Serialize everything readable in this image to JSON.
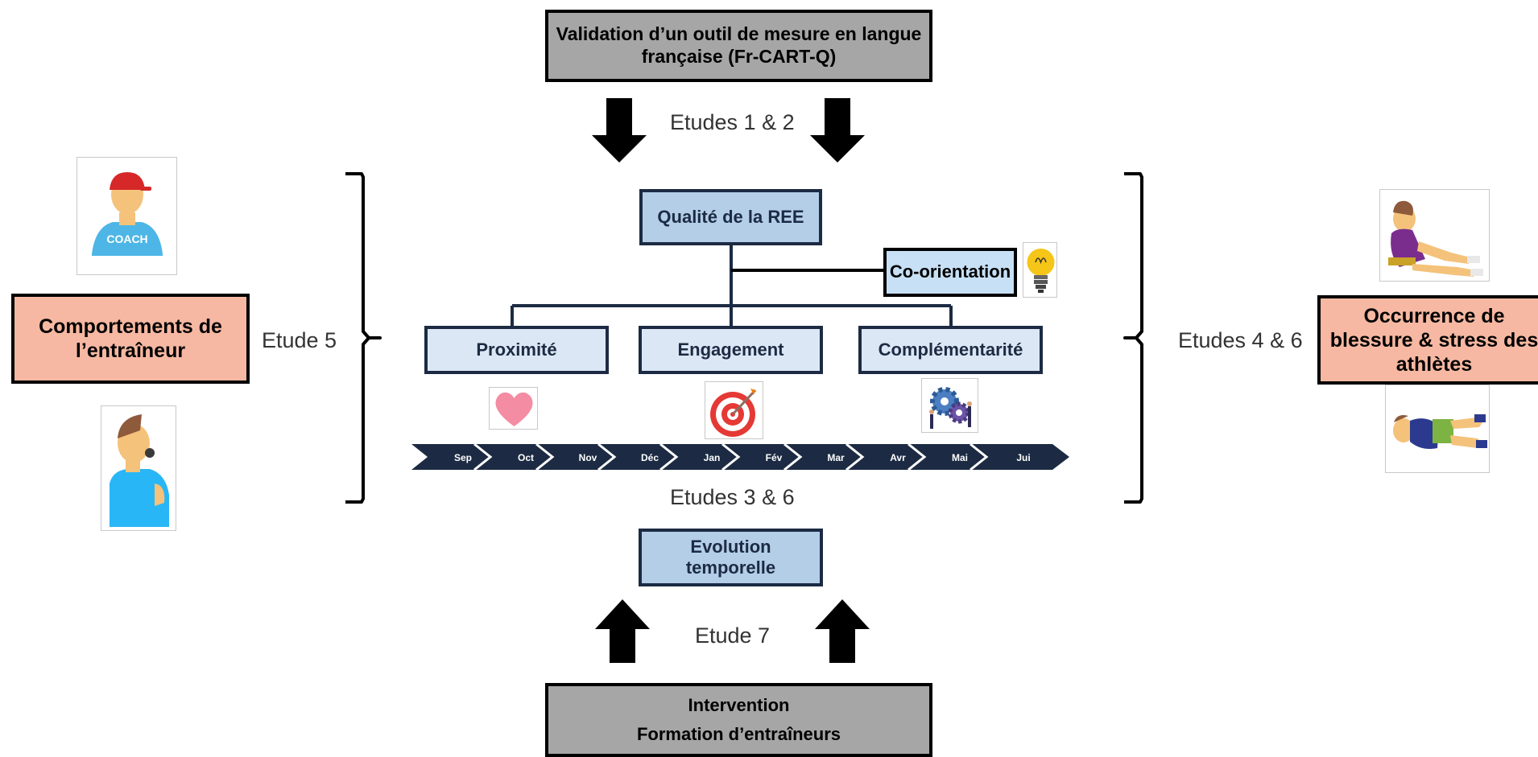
{
  "top_box": "Validation d’un outil de mesure en langue française (Fr-CART-Q)",
  "label_etudes_1_2": "Etudes 1 & 2",
  "label_etude_5": "Etude 5",
  "label_etudes_4_6": "Etudes 4 & 6",
  "label_etudes_3_6": "Etudes 3 & 6",
  "label_etude_7": "Etude 7",
  "qualite": "Qualité de la REE",
  "co_orientation": "Co-orientation",
  "dimensions": [
    "Proximité",
    "Engagement",
    "Complémentarité"
  ],
  "months": [
    "Sep",
    "Oct",
    "Nov",
    "Déc",
    "Jan",
    "Fév",
    "Mar",
    "Avr",
    "Mai",
    "Jui"
  ],
  "evolution": "Evolution temporelle",
  "intervention_line1": "Intervention",
  "intervention_line2": "Formation d’entraîneurs",
  "left_box": "Comportements de l’entraîneur",
  "right_box": "Occurrence de blessure & stress des athlètes",
  "coach_shirt_text": "COACH",
  "colors": {
    "gray": "#a6a6a6",
    "salmon": "#f6b8a2",
    "navy": "#1c2b43",
    "blue": "#b4cee8",
    "light_blue": "#dce7f5"
  },
  "icons": [
    "coach-illustration-icon",
    "whistle-coach-icon",
    "heart-icon",
    "target-icon",
    "gears-icon",
    "lightbulb-icon",
    "seated-athlete-icon",
    "injured-athlete-icon",
    "arrow-down-icon",
    "arrow-up-icon"
  ]
}
